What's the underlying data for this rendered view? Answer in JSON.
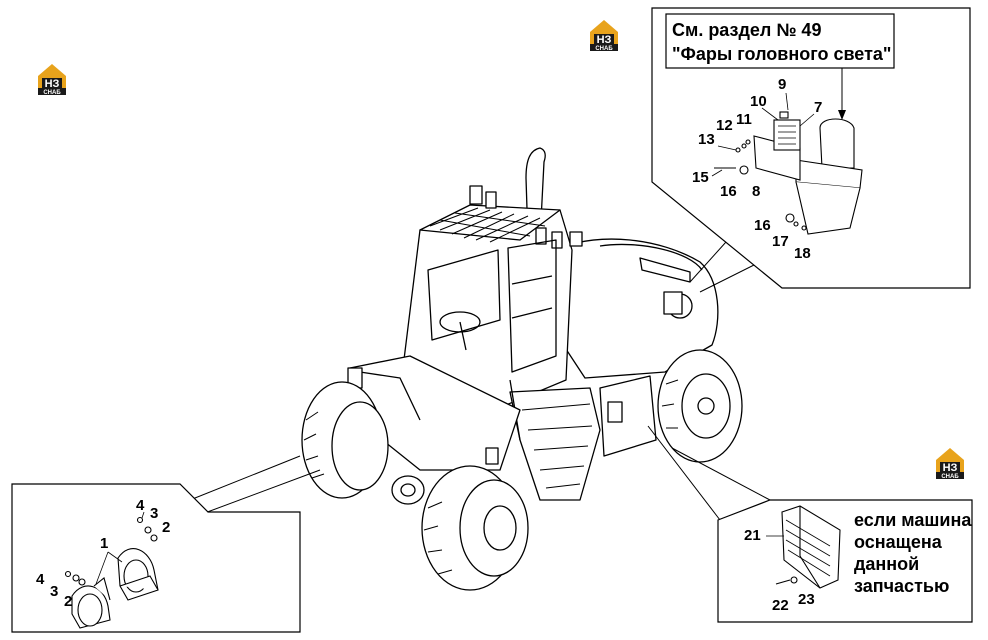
{
  "reference_box": {
    "line1": "См. раздел № 49",
    "line2": "\"Фары головного света\""
  },
  "optional_note": {
    "line1": "если машина",
    "line2": "оснащена",
    "line3": "данной",
    "line4": "запчастью"
  },
  "callouts": {
    "headlight": [
      "9",
      "10",
      "7",
      "11",
      "12",
      "13",
      "15",
      "16",
      "8",
      "16",
      "17",
      "18"
    ],
    "horn": [
      "4",
      "3",
      "2",
      "1",
      "4",
      "3",
      "2"
    ],
    "option": [
      "21",
      "22",
      "23"
    ]
  },
  "logo": {
    "letters": "НЗ",
    "sub": "СНАБ",
    "colors": {
      "orange": "#e8a31c",
      "dark": "#1a1a1a"
    }
  }
}
